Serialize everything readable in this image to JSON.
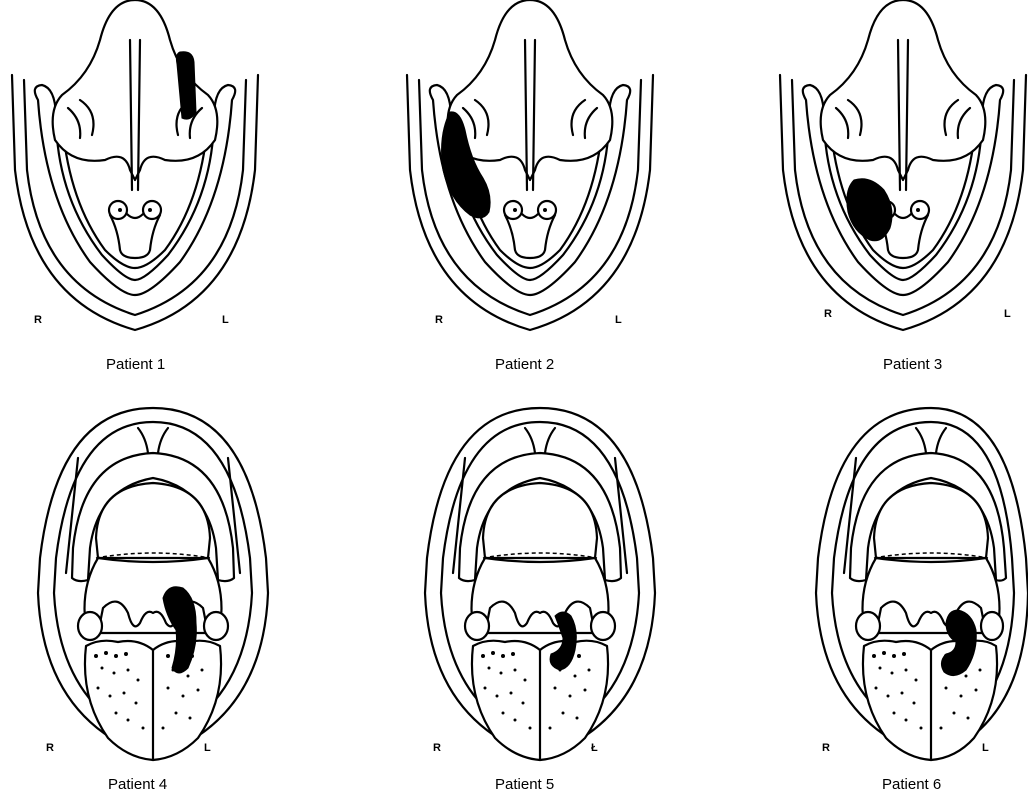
{
  "figure": {
    "panels": [
      {
        "caption": "Patient 1",
        "view": "laryngoscopic",
        "left_label": "R",
        "right_label": "L",
        "lesion_site": "left",
        "color": "#000000"
      },
      {
        "caption": "Patient 2",
        "view": "laryngoscopic",
        "left_label": "R",
        "right_label": "L",
        "lesion_site": "right",
        "color": "#000000"
      },
      {
        "caption": "Patient 3",
        "view": "laryngoscopic",
        "left_label": "R",
        "right_label": "L",
        "lesion_site": "right",
        "color": "#000000"
      },
      {
        "caption": "Patient 4",
        "view": "oral",
        "left_label": "R",
        "right_label": "L",
        "lesion_site": "left",
        "color": "#000000"
      },
      {
        "caption": "Patient 5",
        "view": "oral",
        "left_label": "R",
        "right_label": "Ł",
        "lesion_site": "left",
        "color": "#000000"
      },
      {
        "caption": "Patient 6",
        "view": "oral",
        "left_label": "R",
        "right_label": "L",
        "lesion_site": "left",
        "color": "#000000"
      }
    ]
  }
}
